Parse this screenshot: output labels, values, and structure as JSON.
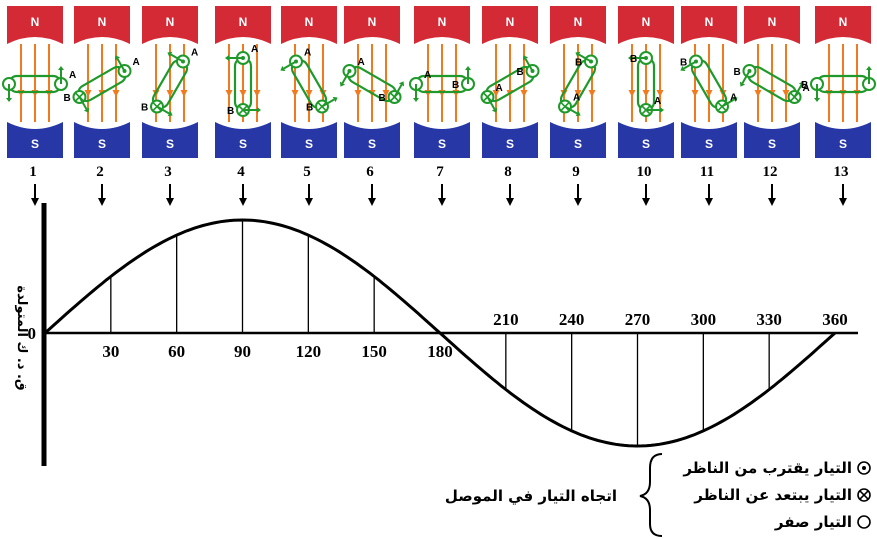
{
  "diagram": {
    "colors": {
      "north_pole": "#d42a36",
      "south_pole": "#2738a6",
      "field_lines": "#f07a1e",
      "coil": "#1f9a2a",
      "force_arrow": "#1f9a2a",
      "curve": "#000000"
    },
    "north_label": "N",
    "south_label": "S",
    "end_a_label": "A",
    "end_b_label": "B",
    "positions": [
      {
        "index": "1",
        "angle": 0
      },
      {
        "index": "2",
        "angle": 30
      },
      {
        "index": "3",
        "angle": 60
      },
      {
        "index": "4",
        "angle": 90
      },
      {
        "index": "5",
        "angle": 120
      },
      {
        "index": "6",
        "angle": 150
      },
      {
        "index": "7",
        "angle": 180
      },
      {
        "index": "8",
        "angle": 210
      },
      {
        "index": "9",
        "angle": 240
      },
      {
        "index": "10",
        "angle": 270
      },
      {
        "index": "11",
        "angle": 300
      },
      {
        "index": "12",
        "angle": 330
      },
      {
        "index": "13",
        "angle": 360
      }
    ],
    "y_axis_title": "ق. د. ك المتولدة",
    "origin_label": "0",
    "angle_labels_upper": [
      "30",
      "60",
      "90",
      "120",
      "150",
      "180"
    ],
    "angle_labels_lower": [
      "210",
      "240",
      "270",
      "300",
      "330",
      "360"
    ]
  },
  "chart_data": {
    "type": "line",
    "x": [
      0,
      30,
      60,
      90,
      120,
      150,
      180,
      210,
      240,
      270,
      300,
      330,
      360
    ],
    "series": [
      {
        "values": [
          0,
          0.5,
          0.87,
          1,
          0.87,
          0.5,
          0,
          -0.5,
          -0.87,
          -1,
          -0.87,
          -0.5,
          0
        ]
      }
    ],
    "ylabel": "ق. د. ك المتولدة",
    "xlim": [
      0,
      360
    ],
    "ylim": [
      -1,
      1
    ]
  },
  "legend": {
    "group_label": "اتجاه التيار في الموصل",
    "items": [
      {
        "symbol": "dot-circle-icon",
        "text": "التيار يقترب من الناظر"
      },
      {
        "symbol": "cross-circle-icon",
        "text": "التيار يبتعد عن الناظر"
      },
      {
        "symbol": "empty-circle-icon",
        "text": "التيار صفر"
      }
    ]
  }
}
